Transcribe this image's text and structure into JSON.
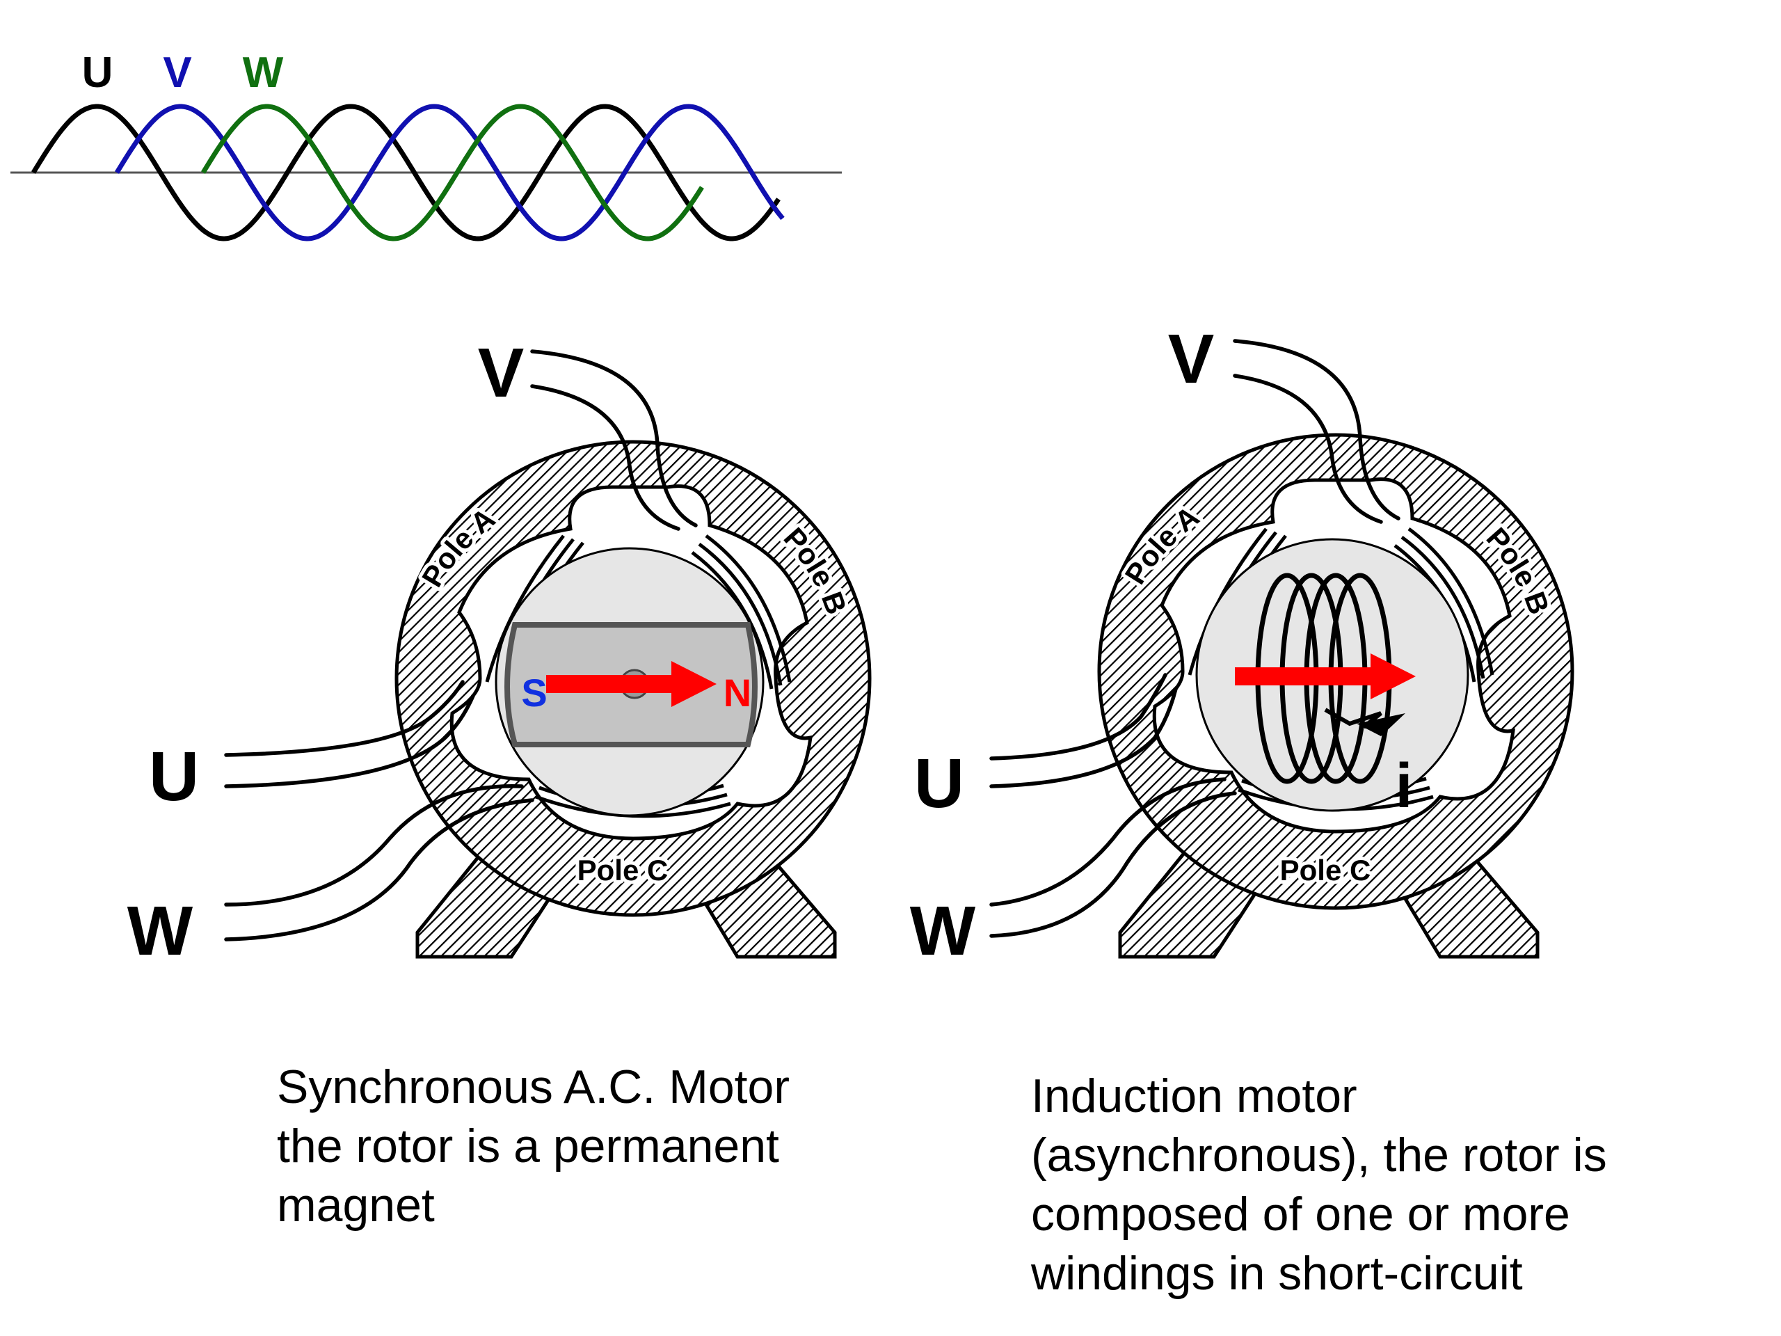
{
  "waveform": {
    "labels": [
      "U",
      "V",
      "W"
    ],
    "colors": {
      "U": "#000000",
      "V": "#1010b0",
      "W": "#107010"
    }
  },
  "motors": [
    {
      "poles": [
        "Pole A",
        "Pole B",
        "Pole C"
      ],
      "terminals": [
        "V",
        "U",
        "W"
      ],
      "rotor": {
        "south": "S",
        "north": "N"
      },
      "caption": [
        "Synchronous A.C. Motor",
        "the rotor is a permanent",
        "magnet"
      ]
    },
    {
      "poles": [
        "Pole A",
        "Pole B",
        "Pole C"
      ],
      "terminals": [
        "V",
        "U",
        "W"
      ],
      "rotor": {
        "current": "i"
      },
      "caption": [
        "Induction motor",
        "(asynchronous), the rotor is",
        "composed of one or more",
        "windings in short-circuit"
      ]
    }
  ],
  "colors": {
    "arrow": "#ff0000",
    "south": "#1030e0",
    "north": "#ff0000",
    "rotor_fill": "#e6e6e6",
    "magnet_fill": "#c4c4c4"
  }
}
